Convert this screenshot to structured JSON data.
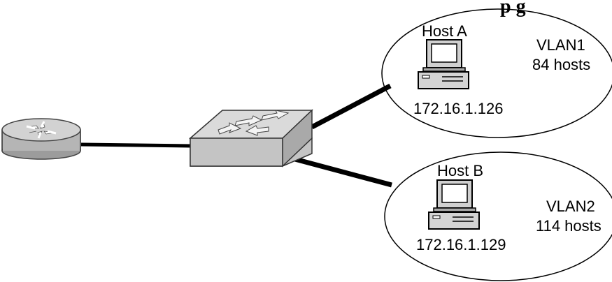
{
  "header_fragment": "p        g",
  "router": {
    "icon": "router-icon"
  },
  "switch": {
    "icon": "switch-icon"
  },
  "vlans": [
    {
      "vlan_name": "VLAN1",
      "host_count": "84 hosts",
      "host_label": "Host A",
      "ip": "172.16.1.126",
      "icon": "computer-icon"
    },
    {
      "vlan_name": "VLAN2",
      "host_count": "114 hosts",
      "host_label": "Host B",
      "ip": "172.16.1.129",
      "icon": "computer-icon"
    }
  ],
  "colors": {
    "link": "#000000",
    "device_fill": "#c8c8c8",
    "device_stroke": "#333333",
    "ellipse_stroke": "#000000"
  }
}
